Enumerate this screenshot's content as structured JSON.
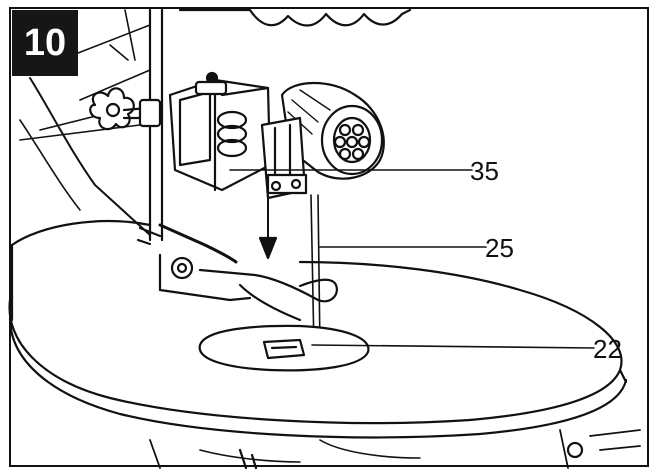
{
  "figure": {
    "step_number": "10",
    "callouts": [
      {
        "label": "35"
      },
      {
        "label": "25"
      },
      {
        "label": "22"
      }
    ]
  },
  "colors": {
    "ink": "#111111",
    "badge_bg": "#161616",
    "badge_text": "#ffffff",
    "paper": "#ffffff"
  }
}
